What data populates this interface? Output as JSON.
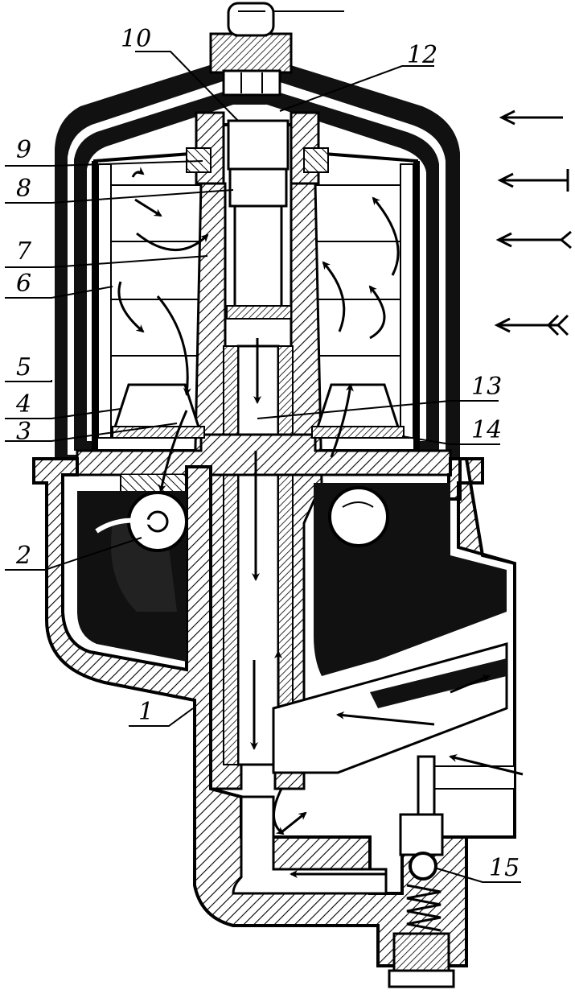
{
  "diagram": {
    "callouts": [
      {
        "id": "1",
        "label": "1"
      },
      {
        "id": "2",
        "label": "2"
      },
      {
        "id": "3",
        "label": "3"
      },
      {
        "id": "4",
        "label": "4"
      },
      {
        "id": "5",
        "label": "5"
      },
      {
        "id": "6",
        "label": "6"
      },
      {
        "id": "7",
        "label": "7"
      },
      {
        "id": "8",
        "label": "8"
      },
      {
        "id": "9",
        "label": "9"
      },
      {
        "id": "10",
        "label": "10"
      },
      {
        "id": "12",
        "label": "12"
      },
      {
        "id": "13",
        "label": "13"
      },
      {
        "id": "14",
        "label": "14"
      },
      {
        "id": "15",
        "label": "15"
      }
    ],
    "legend": [
      {
        "id": "legend-arrow-plain",
        "style": "plain"
      },
      {
        "id": "legend-arrow-bar",
        "style": "bar"
      },
      {
        "id": "legend-arrow-fork",
        "style": "fork"
      },
      {
        "id": "legend-arrow-feather",
        "style": "feather"
      }
    ],
    "colors": {
      "ink": "#000000",
      "paper": "#ffffff"
    }
  }
}
